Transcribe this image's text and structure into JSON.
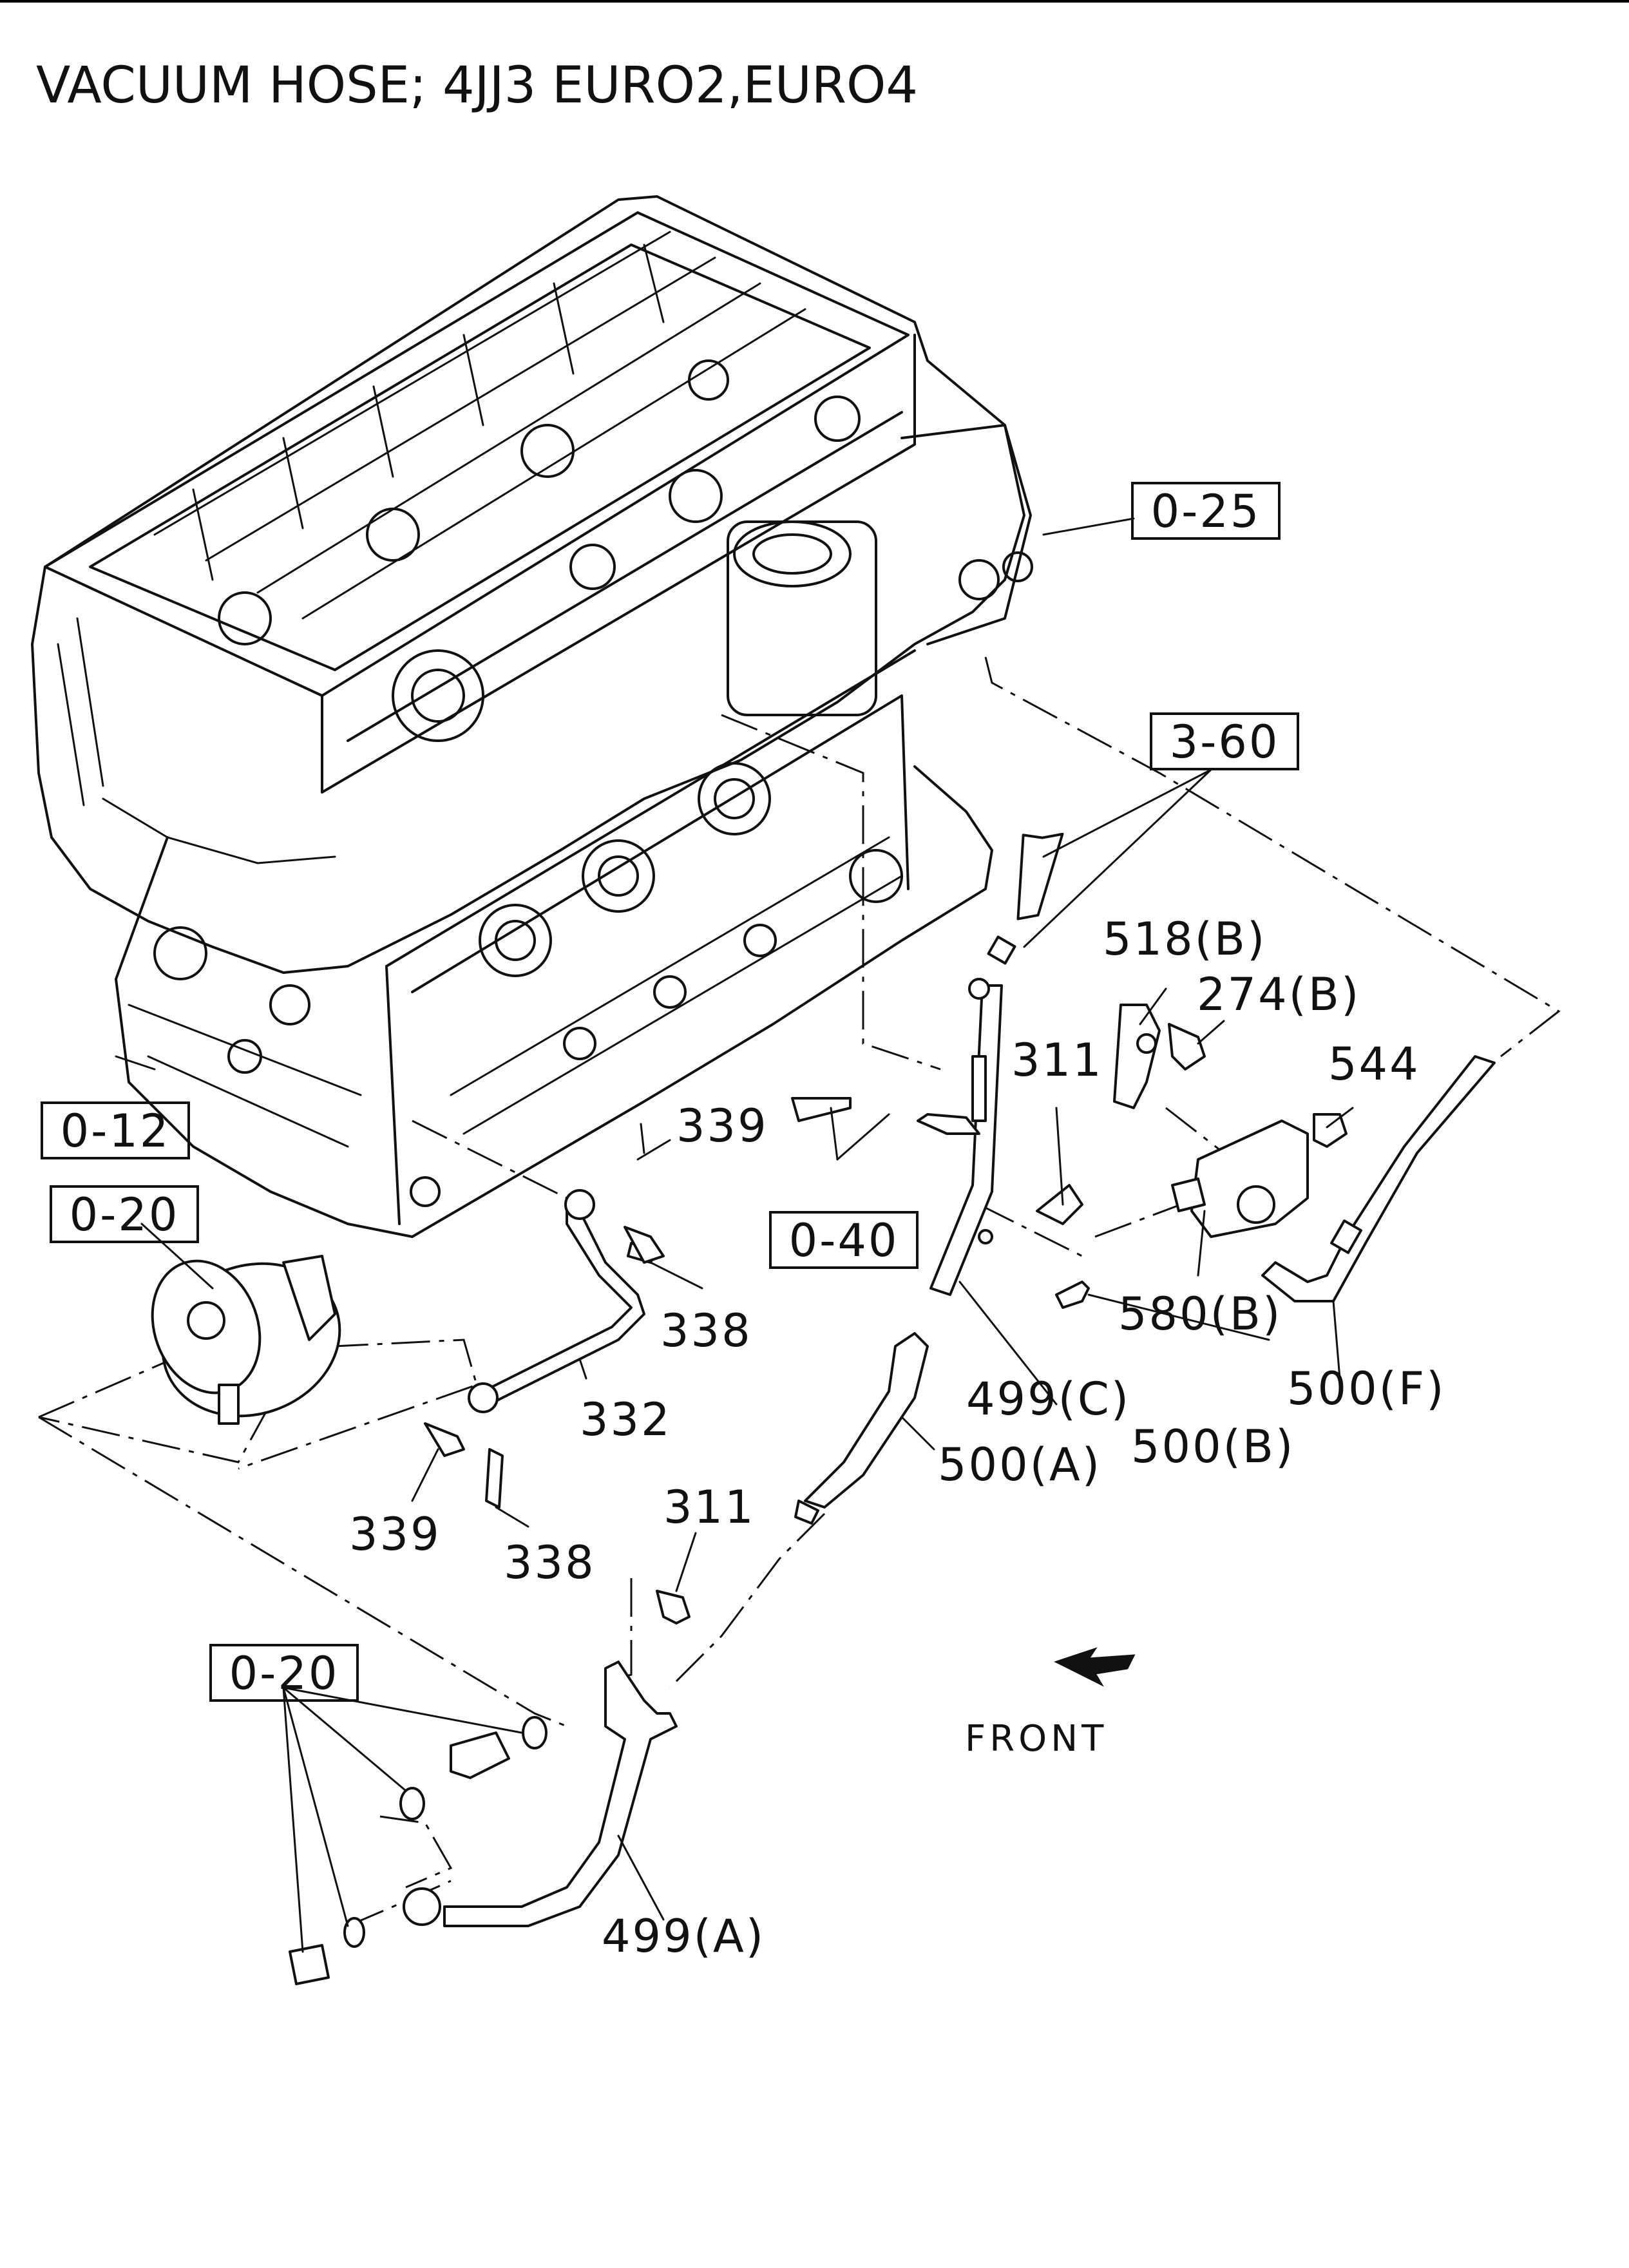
{
  "title": "VACUUM HOSE; 4JJ3 EURO2,EURO4",
  "section_refs": {
    "r0_25": "0-25",
    "r3_60": "3-60",
    "r0_12": "0-12",
    "r0_20_top": "0-20",
    "r0_40": "0-40",
    "r0_20_bottom": "0-20"
  },
  "part_labels": {
    "p518b": "518(B)",
    "p274b": "274(B)",
    "p544": "544",
    "p311_top": "311",
    "p339_top": "339",
    "p338_top": "338",
    "p580b": "580(B)",
    "p500f": "500(F)",
    "p499c": "499(C)",
    "p500b": "500(B)",
    "p500a": "500(A)",
    "p332": "332",
    "p339_bottom": "339",
    "p338_bottom": "338",
    "p311_bottom": "311",
    "p499a": "499(A)"
  },
  "front_label": "FRONT"
}
